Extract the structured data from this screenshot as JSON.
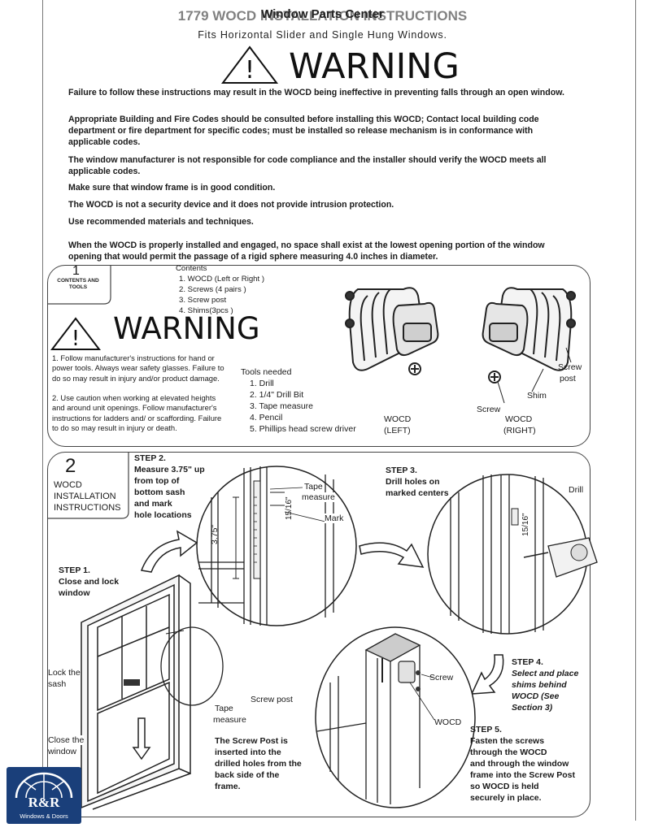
{
  "header": {
    "title": "1779 WOCD INSTALLATION INSTRUCTIONS",
    "overlay": "Window Parts Center",
    "subtitle": "Fits Horizontal Slider and Single Hung Windows."
  },
  "warning_top": {
    "heading": "WARNING",
    "paragraphs": [
      "Failure to follow these instructions may result in the WOCD being ineffective in preventing falls through an open window.",
      "Appropriate Building and Fire Codes should be consulted before installing this WOCD; Contact local building code department or fire department for specific codes; must be installed so release mechanism is in conformance with applicable codes.",
      "The window manufacturer is not responsible for code compliance and the installer should verify the WOCD meets all applicable codes.",
      "Make sure that window frame is in good condition.",
      "The WOCD is not a security device and it does not provide intrusion protection.",
      "Use recommended materials and techniques.",
      "When the WOCD is properly installed and engaged, no space shall exist at the lowest opening portion of the window opening that would permit the passage of a rigid sphere measuring 4.0 inches in diameter."
    ]
  },
  "section1": {
    "number": "1",
    "label": "CONTENTS AND TOOLS",
    "contents_title": "Contents",
    "contents": [
      "1. WOCD (Left or Right )",
      "2. Screws (4 pairs )",
      "3. Screw post",
      "4. Shims(3pcs )"
    ],
    "warning": "WARNING",
    "warning_items": [
      "1. Follow manufacturer's instructions for hand or power tools.  Always wear safety glasses. Failure to do so may result in injury and/or product damage.",
      "2. Use caution when working at elevated heights and around unit openings.  Follow manufacturer's instructions for ladders and/ or scaffording.  Failure to do so may result in injury or death."
    ],
    "tools_title": "Tools needed",
    "tools": [
      "1.  Drill",
      "2.  1/4\" Drill Bit",
      "3.  Tape measure",
      "4.  Pencil",
      "5.  Phillips head screw driver"
    ],
    "labels": {
      "wocd_left_1": "WOCD",
      "wocd_left_2": "(LEFT)",
      "wocd_right_1": "WOCD",
      "wocd_right_2": "(RIGHT)",
      "screw": "Screw",
      "shim": "Shim",
      "screw_post_1": "Screw",
      "screw_post_2": "post"
    }
  },
  "section2": {
    "number": "2",
    "label": [
      "WOCD",
      "INSTALLATION",
      "INSTRUCTIONS"
    ],
    "step1": [
      "STEP 1.",
      "Close and lock",
      "window"
    ],
    "step2": [
      "STEP 2.",
      "Measure 3.75\" up",
      "from top of",
      "bottom sash",
      "and mark",
      "hole locations"
    ],
    "step3": [
      "STEP 3.",
      "Drill holes on",
      "marked centers"
    ],
    "step4": [
      "STEP 4."
    ],
    "step4_detail": [
      "Select and place",
      "shims behind",
      "WOCD (See",
      "Section 3)"
    ],
    "step5": [
      "STEP 5.",
      "Fasten the screws",
      "through the WOCD",
      "and through the window",
      "frame into the Screw Post",
      "so WOCD is held",
      "securely in place."
    ],
    "screwpost_note": [
      "The Screw Post is",
      "inserted into the",
      "drilled holes from the",
      "back side of the",
      "frame."
    ],
    "labels": {
      "lock_sash_1": "Lock the",
      "lock_sash_2": "sash",
      "close_window_1": "Close the",
      "close_window_2": "window",
      "tape_measure_1": "Tape",
      "tape_measure_2": "measure",
      "tape_measure_top_1": "Tape",
      "tape_measure_top_2": "measure",
      "mark": "Mark",
      "dim_375": "3.75\"",
      "dim_1516": "15/16\"",
      "dim_1516_b": "15/16\"",
      "drill": "Drill",
      "screw_post": "Screw post",
      "screw": "Screw",
      "wocd": "WOCD"
    }
  },
  "logo": {
    "name": "R&R",
    "tagline": "Windows & Doors"
  }
}
